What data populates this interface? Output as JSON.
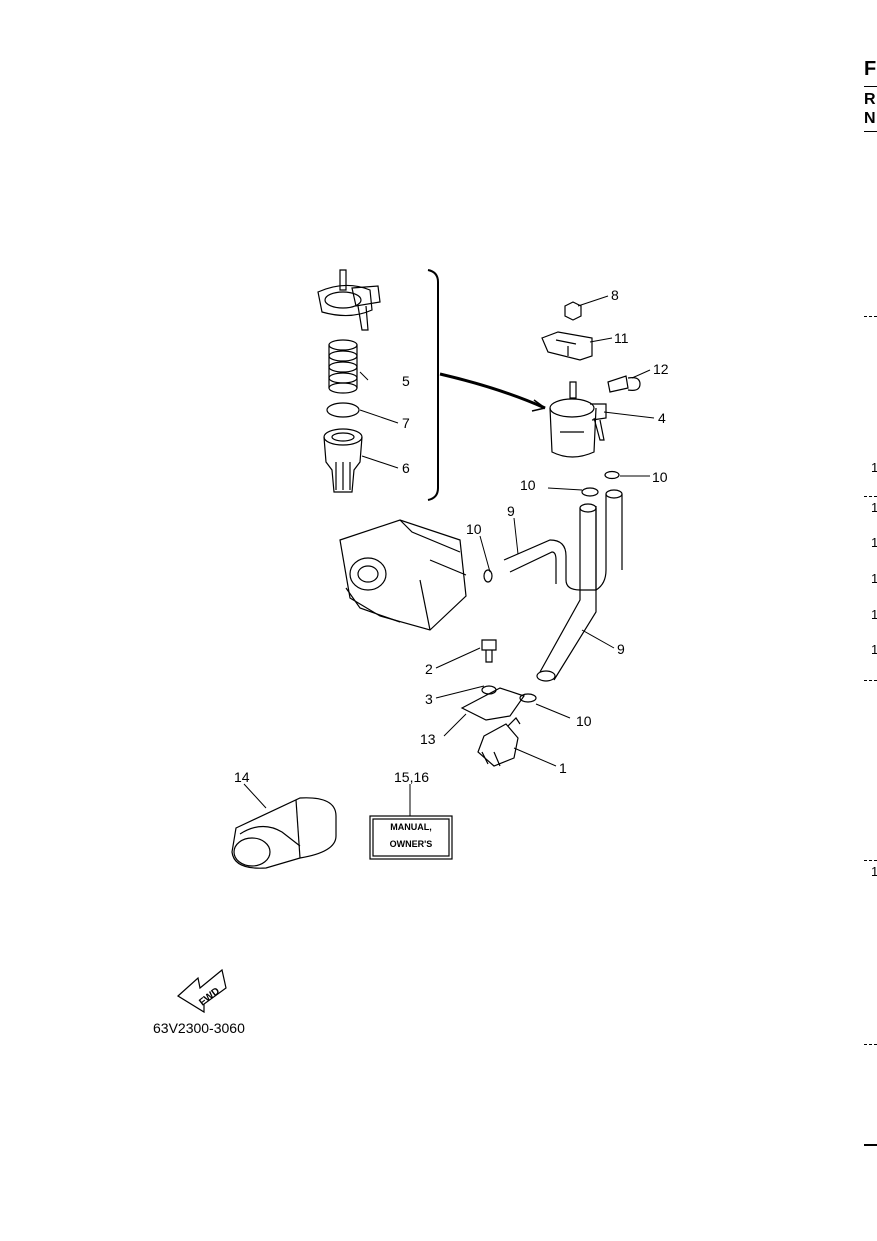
{
  "diagram": {
    "callouts": {
      "c1": "1",
      "c2": "2",
      "c3": "3",
      "c4": "4",
      "c5": "5",
      "c6": "6",
      "c7": "7",
      "c8": "8",
      "c9a": "9",
      "c9b": "9",
      "c10a": "10",
      "c10b": "10",
      "c10c": "10",
      "c10d": "10",
      "c11": "11",
      "c12": "12",
      "c13": "13",
      "c14": "14",
      "c1516": "15,16"
    },
    "manual_label": {
      "line1": "MANUAL,",
      "line2": "OWNER'S"
    },
    "fwd_label": "FWD",
    "drawing_code": "63V2300-3060"
  },
  "edge_text": {
    "f": "F",
    "r": "R",
    "n": "N",
    "n1": "1",
    "n2": "1",
    "n3": "1",
    "n4": "1",
    "n5": "1",
    "n6": "1",
    "n7": "1"
  }
}
